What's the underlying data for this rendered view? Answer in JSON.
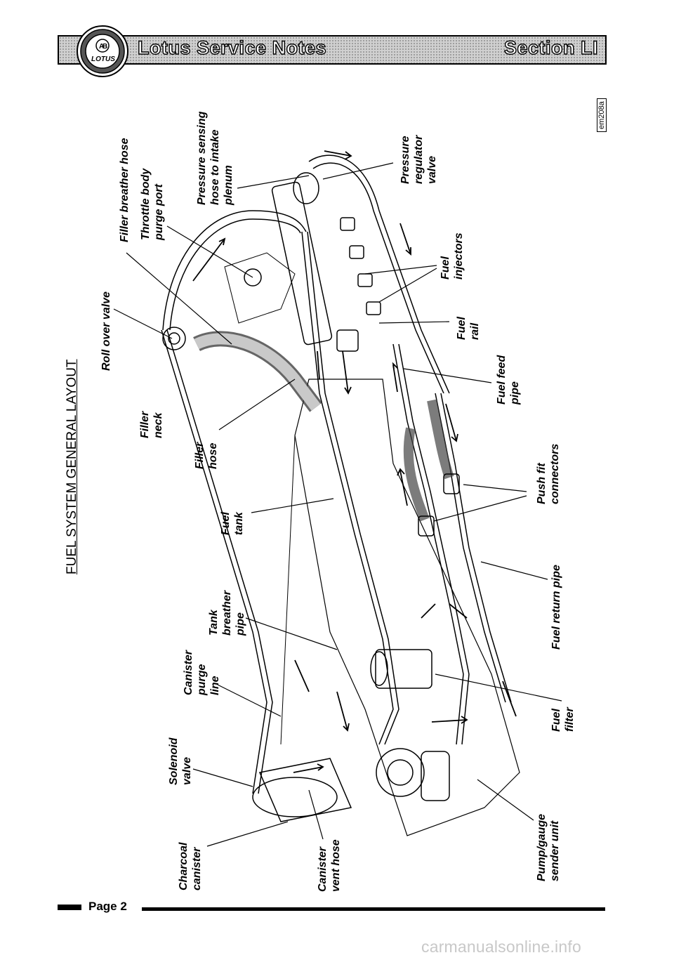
{
  "header": {
    "title": "Lotus Service Notes",
    "section": "Section LI",
    "logo_text": "LOTUS"
  },
  "page_title": "FUEL SYSTEM GENERAL LAYOUT",
  "figure_ref": "em208a",
  "labels": {
    "filler_breather_hose": "Filler breather hose",
    "pressure_sensing": [
      "Pressure sensing",
      "hose to intake",
      "plenum"
    ],
    "throttle_body": [
      "Throttle body",
      "purge port"
    ],
    "pressure_regulator": [
      "Pressure",
      "regulator",
      "valve"
    ],
    "roll_over_valve": "Roll over valve",
    "fuel_injectors": [
      "Fuel",
      "injectors"
    ],
    "fuel_rail": [
      "Fuel",
      "rail"
    ],
    "filler_neck": [
      "Filler",
      "neck"
    ],
    "filler_hose": [
      "Filler",
      "hose"
    ],
    "fuel_feed_pipe": [
      "Fuel feed",
      "pipe"
    ],
    "fuel_tank": [
      "Fuel",
      "tank"
    ],
    "push_fit_connectors": [
      "Push fit",
      "connectors"
    ],
    "tank_breather_pipe": [
      "Tank",
      "breather",
      "pipe"
    ],
    "fuel_return_pipe": "Fuel return pipe",
    "canister_purge_line": [
      "Canister",
      "purge",
      "line"
    ],
    "fuel_filter": [
      "Fuel",
      "filter"
    ],
    "solenoid_valve": [
      "Solenoid",
      "valve"
    ],
    "charcoal_canister": [
      "Charcoal",
      "canister"
    ],
    "canister_vent_hose": [
      "Canister",
      "vent hose"
    ],
    "pump_gauge": [
      "Pump/gauge",
      "sender unit"
    ]
  },
  "footer": {
    "page": "Page 2"
  },
  "watermark": "carmanualsonline.info"
}
